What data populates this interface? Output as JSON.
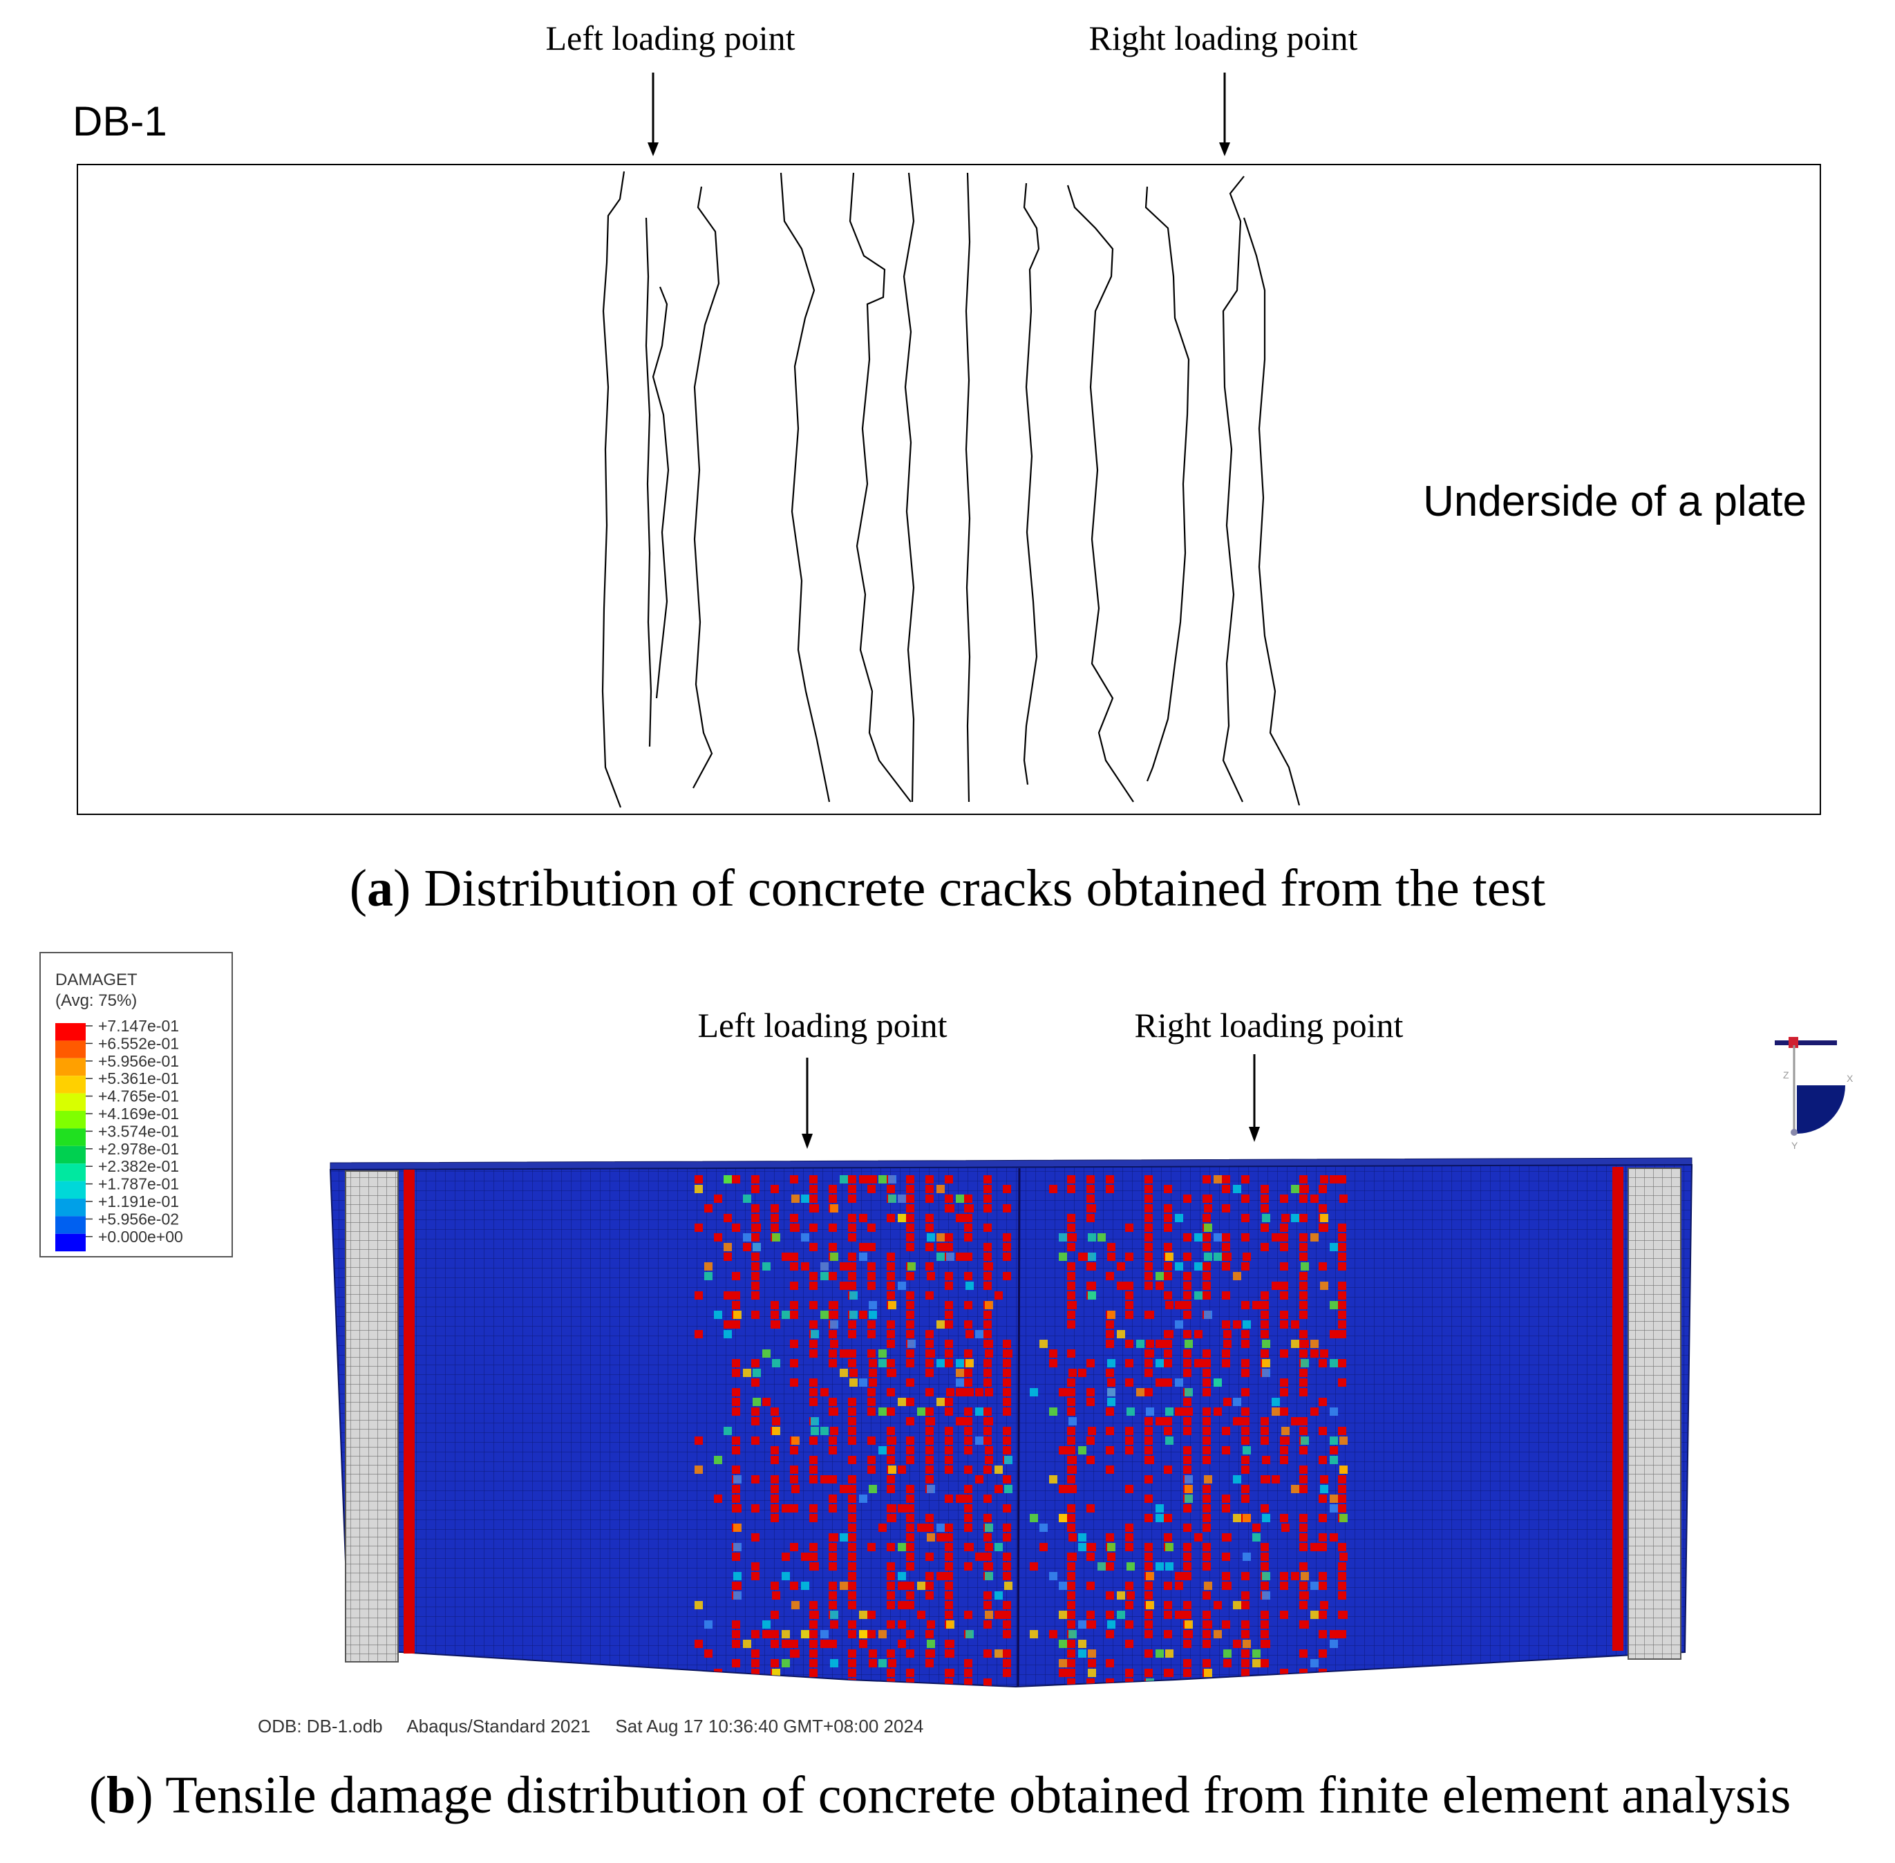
{
  "panel_a": {
    "specimen_label": "DB-1",
    "left_loading_label": "Left loading point",
    "right_loading_label": "Right loading point",
    "underside_label": "Underside of a plate",
    "caption_letter": "a",
    "caption_text": " Distribution of concrete cracks obtained from the test"
  },
  "panel_b": {
    "legend": {
      "title": "DAMAGET",
      "subtitle": "(Avg: 75%)",
      "values": [
        "+7.147e-01",
        "+6.552e-01",
        "+5.956e-01",
        "+5.361e-01",
        "+4.765e-01",
        "+4.169e-01",
        "+3.574e-01",
        "+2.978e-01",
        "+2.382e-01",
        "+1.787e-01",
        "+1.191e-01",
        "+5.956e-02",
        "+0.000e+00"
      ],
      "colors": [
        "#ff0000",
        "#ff5a00",
        "#ffa000",
        "#ffd000",
        "#d8ff00",
        "#80ff00",
        "#20e020",
        "#00d050",
        "#00e8a0",
        "#00d8d8",
        "#00a0e8",
        "#0060f0",
        "#0000ff"
      ]
    },
    "left_loading_label": "Left loading point",
    "right_loading_label": "Right loading point",
    "footer": "ODB: DB-1.odb     Abaqus/Standard 2021     Sat Aug 17 10:36:40 GMT+08:00 2024",
    "triad": {
      "x_label": "X",
      "y_label": "Y",
      "z_label": "Z"
    },
    "caption_letter": "b",
    "caption_text": " Tensile damage distribution of concrete obtained from finite element analysis"
  },
  "colors": {
    "mesh_blue": "#1a2fc0",
    "damage_red": "#e00000",
    "support_grey": "#d0d0d0"
  }
}
